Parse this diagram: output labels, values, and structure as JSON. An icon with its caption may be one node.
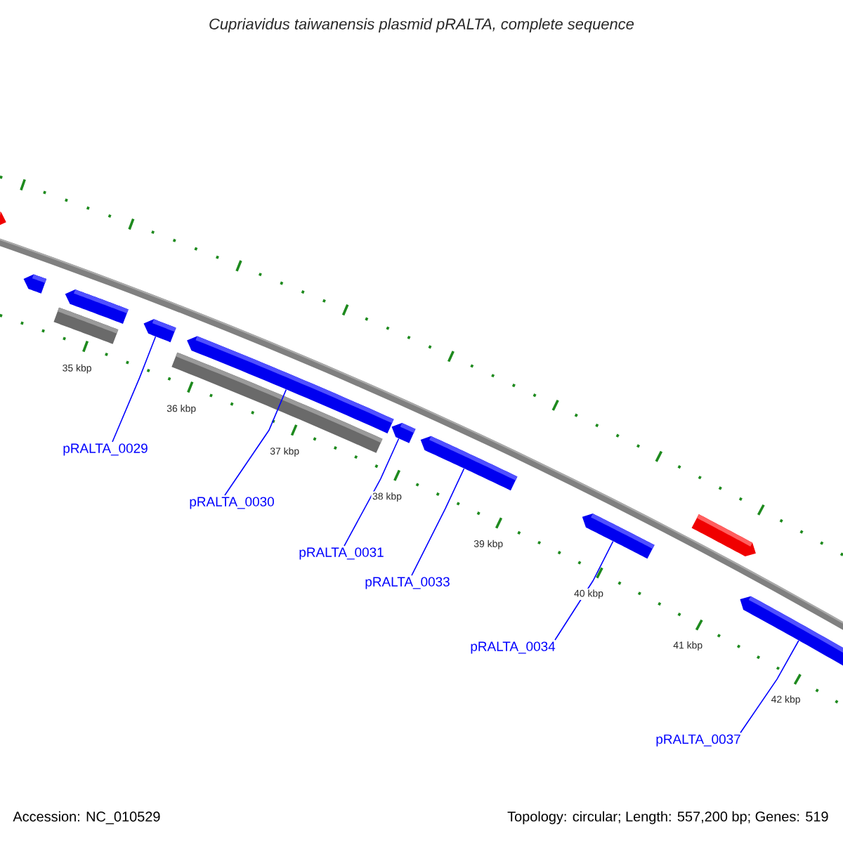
{
  "diagram": {
    "title": "*Cupriavidus taiwanensis* plasmid pRALTA, complete sequence",
    "nodes": [
      {
        "text": [],
        "shape": "pentagon"
      },
      {
        "text": [],
        "shape": "pentagon"
      },
      {
        "text": [],
        "shape": "pentagon"
      },
      {
        "text": [],
        "shape": "bar"
      },
      {
        "text": [],
        "shape": "pentagon"
      },
      {
        "text": [],
        "shape": "pentagon"
      },
      {
        "text": [],
        "shape": "bar"
      },
      {
        "text": [],
        "shape": "pentagon"
      },
      {
        "text": [],
        "shape": "pentagon"
      },
      {
        "text": [],
        "shape": "pentagon"
      },
      {
        "text": [],
        "shape": "pentagon"
      },
      {
        "text": [],
        "shape": "pentagon"
      },
      {
        "text": [
          "pRALTA_0029"
        ]
      },
      {
        "text": [
          "pRALTA_0030"
        ]
      },
      {
        "text": [
          "pRALTA_0031"
        ]
      },
      {
        "text": [
          "pRALTA_0033"
        ]
      },
      {
        "text": [
          "pRALTA_0034"
        ]
      },
      {
        "text": [
          "pRALTA_0037"
        ]
      }
    ],
    "edges": [
      {
        "from": 12,
        "to": 4,
        "arrow": "none"
      },
      {
        "from": 13,
        "to": 5,
        "arrow": "none"
      },
      {
        "from": 14,
        "to": 7,
        "arrow": "none"
      },
      {
        "from": 15,
        "to": 8,
        "arrow": "none"
      },
      {
        "from": 16,
        "to": 9,
        "arrow": "none"
      },
      {
        "from": 17,
        "to": 11,
        "arrow": "none"
      }
    ],
    "labels": [
      "35 kbp",
      "36 kbp",
      "37 kbp",
      "38 kbp",
      "39 kbp",
      "40 kbp",
      "41 kbp",
      "42 kbp",
      "Accession: NC_010529",
      "Topology: circular; Length: 557,200 bp; Genes: 519"
    ]
  }
}
